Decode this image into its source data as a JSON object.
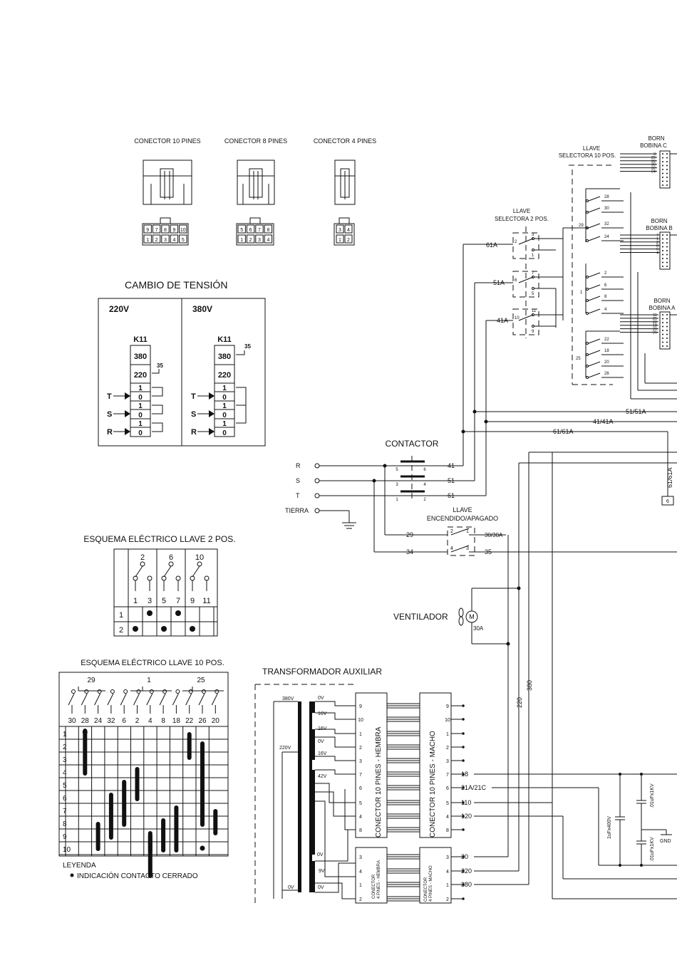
{
  "connectors": {
    "c10": "CONECTOR 10 PINES",
    "c8": "CONECTOR 8  PINES",
    "c4": "CONECTOR 4  PINES",
    "pins10_top": [
      "9",
      "7",
      "8",
      "9",
      "10"
    ],
    "pins10_bot": [
      "1",
      "2",
      "3",
      "4",
      "5"
    ],
    "pins8_top": [
      "5",
      "6",
      "7",
      "8"
    ],
    "pins8_bot": [
      "1",
      "2",
      "3",
      "4"
    ],
    "pins4_top": [
      "3",
      "4"
    ],
    "pins4_bot": [
      "1",
      "2"
    ]
  },
  "cambio": {
    "title": "CAMBIO DE TENSIÓN",
    "left_head": "220V",
    "right_head": "380V",
    "k": "K11",
    "cells": [
      "380",
      "220",
      "1",
      "0",
      "1",
      "0",
      "1",
      "0"
    ],
    "lines": [
      "T",
      "S",
      "R"
    ],
    "num35": "35"
  },
  "llave2": {
    "title": "ESQUEMA ELÉCTRICO LLAVE 2 POS.",
    "top": [
      "2",
      "6",
      "10"
    ],
    "bottom": [
      "1",
      "3",
      "5",
      "7",
      "9",
      "11"
    ],
    "rows": [
      "1",
      "2"
    ]
  },
  "llave10": {
    "title": "ESQUEMA ELÉCTRICO LLAVE 10 POS.",
    "groups": [
      "29",
      "1",
      "25"
    ],
    "cols": [
      "30",
      "28",
      "24",
      "32",
      "6",
      "2",
      "4",
      "8",
      "18",
      "22",
      "26",
      "20"
    ],
    "rows": [
      "1",
      "2",
      "3",
      "4",
      "5",
      "6",
      "7",
      "8",
      "9",
      "10"
    ],
    "legend_title": "LEYENDA",
    "legend_item": "INDICACIÓN CONTACTO CERRADO"
  },
  "power": {
    "R": "R",
    "S": "S",
    "T": "T",
    "tierra": "TIERRA",
    "contactor": "CONTACTOR",
    "c_pins": [
      "5",
      "6",
      "3",
      "4",
      "1",
      "2"
    ],
    "out": [
      "41",
      "51",
      "61"
    ],
    "llave_title": "LLAVE",
    "llave_sub": "ENCENDIDO/APAGADO",
    "sw_pins": [
      "2",
      "1",
      "4",
      "3"
    ],
    "n29": "29",
    "n34": "34",
    "n3030a": "30/30A",
    "n35": "35",
    "ventilador": "VENTILADOR",
    "motor": "M",
    "n30a": "30A"
  },
  "selector2": {
    "title1": "LLAVE",
    "title2": "SELECTORA 2 POS.",
    "inputs": [
      "61A",
      "51A",
      "41A"
    ],
    "pins": [
      "2",
      "3",
      "1",
      "6",
      "7",
      "5",
      "10",
      "11",
      "9"
    ]
  },
  "selector10": {
    "title1": "LLAVE",
    "title2": "SELECTORA 10 POS.",
    "pins": [
      "28",
      "30",
      "32",
      "24",
      "29",
      "2",
      "6",
      "8",
      "4",
      "1",
      "22",
      "18",
      "20",
      "26",
      "25"
    ]
  },
  "bobinas": {
    "c_title1": "BORN",
    "c_title2": "BOBINA C",
    "c_pins": [
      "3",
      "29",
      "26",
      "30",
      "32",
      "24"
    ],
    "b_title1": "BORN",
    "b_title2": "BOBINA B",
    "b_pins": [
      "7",
      "1",
      "2",
      "8",
      "6",
      "4"
    ],
    "a_title1": "BORN",
    "a_title2": "BOBINA A",
    "a_pins": [
      "11",
      "25",
      "22",
      "18",
      "20",
      "26"
    ]
  },
  "buses": [
    "51/51A",
    "41/41A",
    "61/61A"
  ],
  "vertical": {
    "v6161a": "61/61A",
    "box": "6",
    "v220": "220",
    "v380": "380"
  },
  "transformer": {
    "title": "TRANSFORMADOR AUXILIAR",
    "prim": [
      "380V",
      "220V",
      "0V"
    ],
    "sec": [
      "0V",
      "16V",
      "16V",
      "0V",
      "16V",
      "42V",
      "0V",
      "9V",
      "0V"
    ]
  },
  "conn10": {
    "hembra": "CONECTOR 10 PINES - HEMBRA",
    "macho": "CONECTOR 10 PINES - MACHO",
    "pins": [
      "9",
      "10",
      "1",
      "2",
      "3",
      "7",
      "6",
      "5",
      "4",
      "8"
    ]
  },
  "conn4": {
    "hembra": [
      "CONECTOR",
      "4 PINES - HEMBRA"
    ],
    "macho": [
      "CONECTOR",
      "4 PINES - MACHO"
    ],
    "pins": [
      "3",
      "4",
      "1",
      "2"
    ]
  },
  "outs": [
    "18",
    "21A/21C",
    "110",
    "120",
    "30",
    "220",
    "380"
  ],
  "caps": {
    "c1": "1uFx400V",
    "c2": ".01uFx1KV",
    "c3": ".01uFx1KV",
    "gnd": "GND"
  }
}
